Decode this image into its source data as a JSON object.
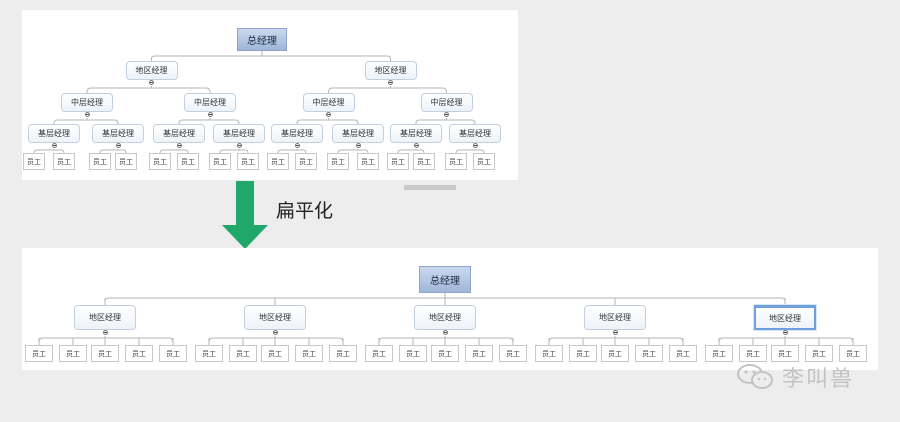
{
  "colors": {
    "accent_arrow": "#1fa869",
    "root_fill": "#a9bfe0",
    "connector": "#b5b5b5",
    "selected_border": "#6f9fdc"
  },
  "arrow_label": "扁平化",
  "watermark": {
    "text": "李叫兽",
    "icon": "wechat-icon"
  },
  "hierarchical_chart": {
    "root": "总经理",
    "level1_label": "地区经理",
    "level2_label": "中层经理",
    "level3_label": "基层经理",
    "leaf_label": "员工",
    "level1_count": 2,
    "level2_per_parent": 2,
    "level3_per_parent": 2,
    "leaves_per_parent": 2
  },
  "flat_chart": {
    "root": "总经理",
    "manager_label": "地区经理",
    "leaf_label": "员工",
    "manager_count": 5,
    "leaves_per_manager": 5,
    "selected_manager_index": 4
  }
}
